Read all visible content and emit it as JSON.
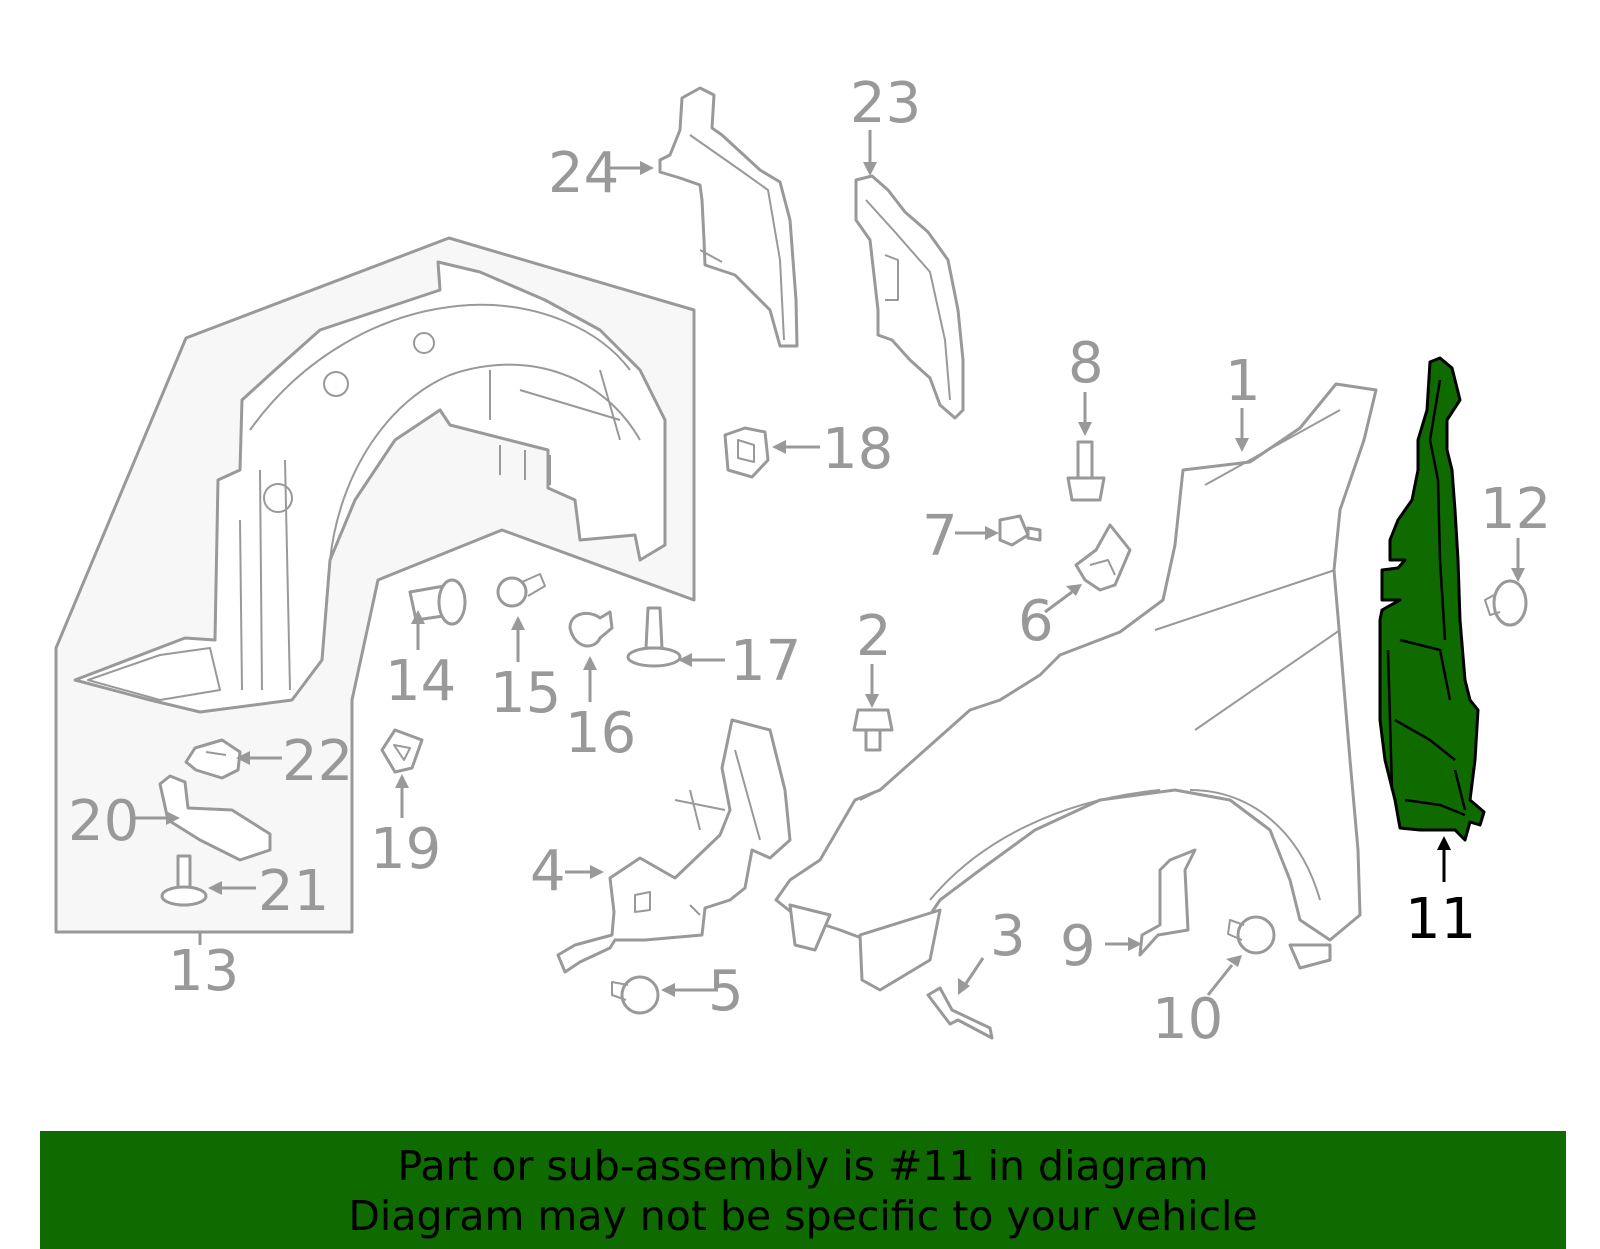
{
  "callouts": {
    "c1": "1",
    "c2": "2",
    "c3": "3",
    "c4": "4",
    "c5": "5",
    "c6": "6",
    "c7": "7",
    "c8": "8",
    "c9": "9",
    "c10": "10",
    "c11": "11",
    "c12": "12",
    "c13": "13",
    "c14": "14",
    "c15": "15",
    "c16": "16",
    "c17": "17",
    "c18": "18",
    "c19": "19",
    "c20": "20",
    "c21": "21",
    "c22": "22",
    "c23": "23",
    "c24": "24"
  },
  "highlighted_part": "11",
  "colors": {
    "highlight": "#0f6a00",
    "line": "#999999",
    "banner": "#0f6a00"
  },
  "banner": {
    "line1": "Part or sub-assembly is #11 in diagram",
    "line2": "Diagram may not be specific to your vehicle"
  }
}
